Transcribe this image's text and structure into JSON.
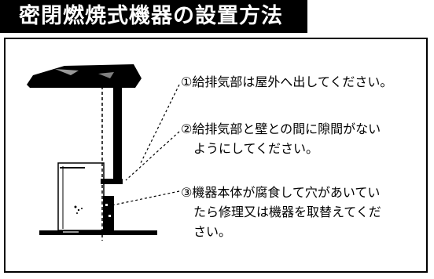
{
  "title": "密閉燃焼式機器の設置方法",
  "notes": [
    {
      "lines": [
        "①給排気部は屋外へ出してください。"
      ]
    },
    {
      "lines": [
        "②給排気部と壁との間に隙間がない",
        "ようにしてください。"
      ]
    },
    {
      "lines": [
        "③機器本体が腐食して穴があいてい",
        "たら修理又は機器を取替えてくだ",
        "さい。"
      ]
    }
  ]
}
